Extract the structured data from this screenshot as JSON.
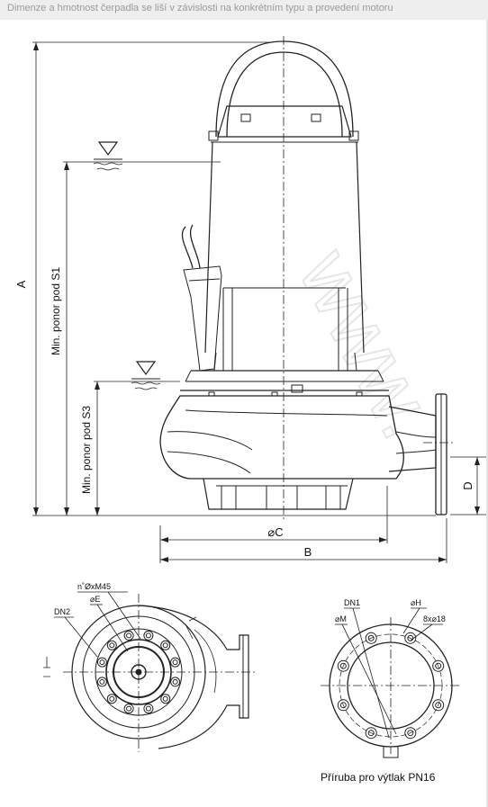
{
  "header_strip": "Dimenze a hmotnost čerpadla se liší v závislosti na konkrétním typu a provedení motoru",
  "watermark": "www.",
  "labels": {
    "A": "A",
    "S1": "Min. ponor pod S1",
    "S3": "Min. ponor pod S3",
    "C": "⌀C",
    "B": "B",
    "D": "D",
    "n_bolts": "n˚ØxM45",
    "E": "⌀E",
    "DN2": "DN2",
    "DN1": "DN1",
    "M": "⌀M",
    "H": "⌀H",
    "holes": "8x⌀18",
    "caption": "Příruba pro výtlak PN16"
  }
}
